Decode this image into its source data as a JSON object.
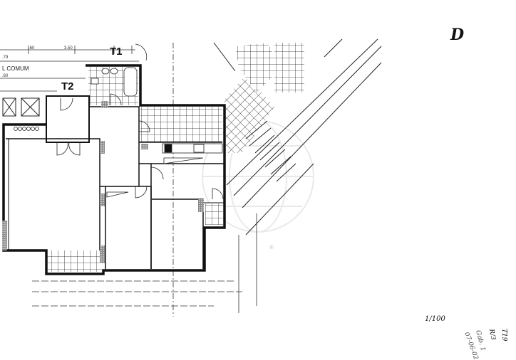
{
  "sheet": {
    "corner_letter": "D",
    "scale": "1/100",
    "handwritten_note": [
      "T19",
      "R/3",
      "Gab. 1",
      "07-06-02"
    ],
    "ink_color": "#1a1a1a",
    "note_color": "#3a4bb0"
  },
  "plan": {
    "dimensions": [
      ".60",
      "3.50",
      ".79",
      ".60"
    ],
    "common_area_label": "L COMUM",
    "unit_labels": [
      "T1",
      "T2"
    ]
  },
  "watermark": {
    "icon": "globe-watermark-icon",
    "mark": "®"
  }
}
